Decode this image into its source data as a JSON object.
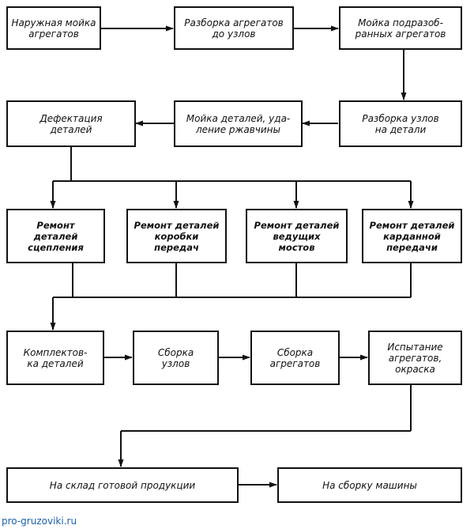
{
  "diagram": {
    "boxes": {
      "naruzhnaya_moyka": "Наружная мойка\nагрегатов",
      "razborka_agregatov": "Разборка агрегатов\nдо узлов",
      "moyka_podrazobrannyh": "Мойка подразоб-\nранных агрегатов",
      "razborka_uzlov": "Разборка  узлов\nна  детали",
      "moyka_detaley": "Мойка деталей, уда-\nление ржавчины",
      "defektaciya": "Дефектация\nдеталей",
      "remont_scepleniya": "Ремонт\nдеталей\nсцепления",
      "remont_korobki": "Ремонт деталей\nкоробки\nпередач",
      "remont_mostov": "Ремонт деталей\nведущих\nмостов",
      "remont_kardannoy": "Ремонт деталей\nкарданной\nпередачи",
      "komplektovka": "Комплектов-\nка  деталей",
      "sborka_uzlov": "Сборка\nузлов",
      "sborka_agregatov": "Сборка\nагрегатов",
      "ispytanie": "Испытание\nагрегатов,\nокраска",
      "na_sklad": "На склад готовой продукции",
      "na_sborku": "На сборку  машины"
    }
  },
  "watermark": "pro-gruzoviki.ru"
}
